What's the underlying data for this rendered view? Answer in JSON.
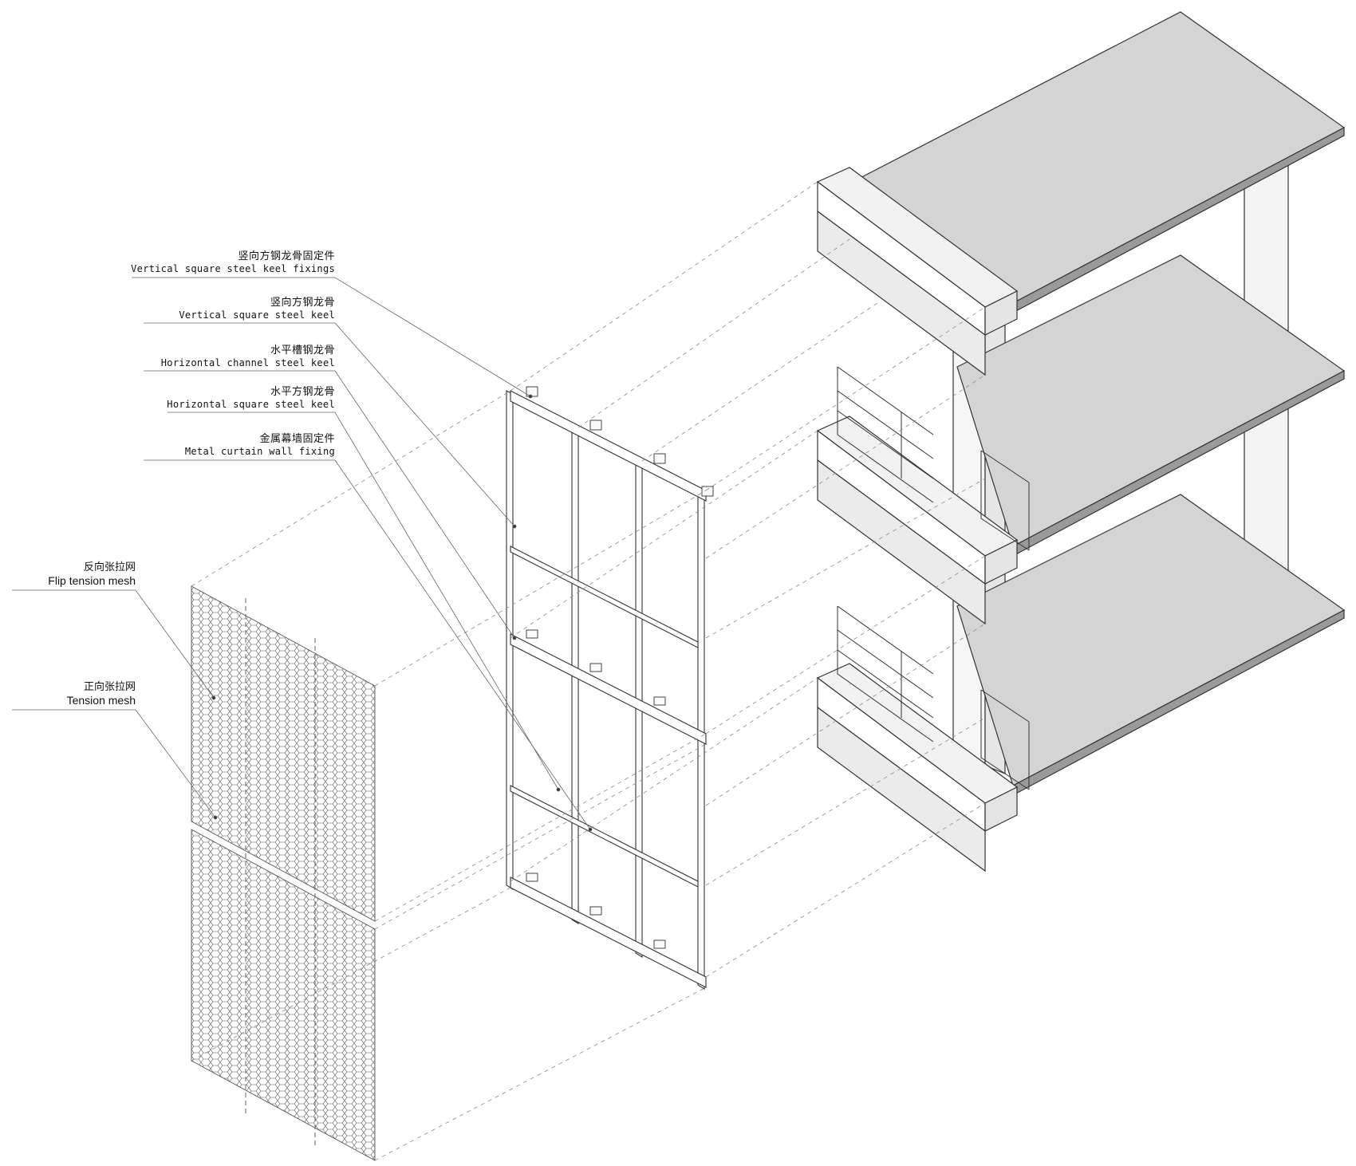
{
  "colors": {
    "line": "#333333",
    "slab": "#d4d4d4",
    "slab_edge": "#9a9a9a",
    "wall": "#eeeeee",
    "dash": "#8a8a8a"
  },
  "labels": [
    {
      "zh": "竖向方钢龙骨固定件",
      "en": "Vertical square steel keel fixings"
    },
    {
      "zh": "竖向方钢龙骨",
      "en": "Vertical square steel keel"
    },
    {
      "zh": "水平槽钢龙骨",
      "en": "Horizontal channel steel keel"
    },
    {
      "zh": "水平方钢龙骨",
      "en": "Horizontal square steel keel"
    },
    {
      "zh": "金属幕墙固定件",
      "en": "Metal curtain wall fixing"
    }
  ],
  "mesh_labels": [
    {
      "zh": "反向张拉网",
      "en": "Flip tension mesh"
    },
    {
      "zh": "正向张拉网",
      "en": "Tension mesh"
    }
  ]
}
